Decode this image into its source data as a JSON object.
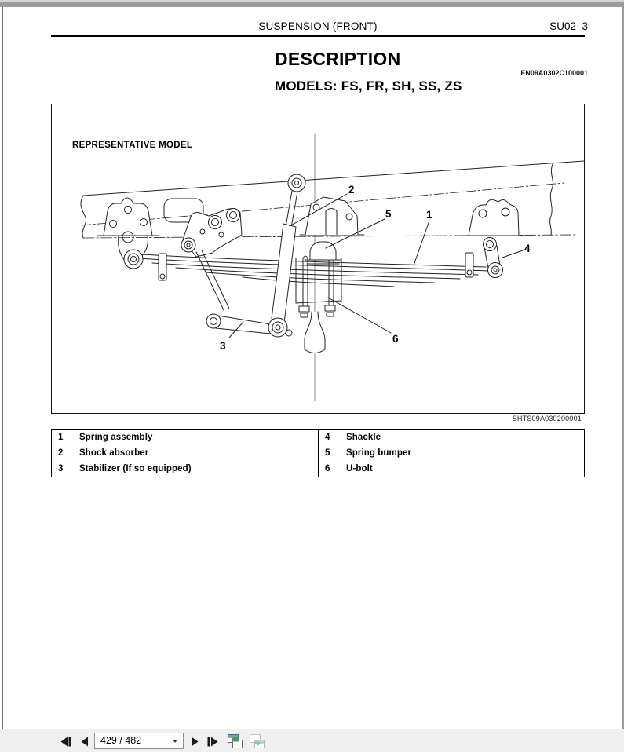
{
  "header": {
    "title": "SUSPENSION (FRONT)",
    "page_code": "SU02–3"
  },
  "content": {
    "heading": "DESCRIPTION",
    "doc_code": "EN09A0302C100001",
    "models": "MODELS: FS, FR, SH, SS, ZS",
    "figure": {
      "caption": "REPRESENTATIVE MODEL",
      "code": "SHTS09A030200001",
      "callouts": [
        "1",
        "2",
        "3",
        "4",
        "5",
        "6"
      ]
    },
    "legend": {
      "left": [
        {
          "num": "1",
          "label": "Spring assembly"
        },
        {
          "num": "2",
          "label": "Shock absorber"
        },
        {
          "num": "3",
          "label": "Stabilizer (If so equipped)"
        }
      ],
      "right": [
        {
          "num": "4",
          "label": "Shackle"
        },
        {
          "num": "5",
          "label": "Spring bumper"
        },
        {
          "num": "6",
          "label": "U-bolt"
        }
      ]
    }
  },
  "toolbar": {
    "page_indicator": "429 / 482",
    "colors": {
      "icon_black": "#1a1a1a",
      "view_icon_blue": "#7b99b8",
      "view_icon_green": "#3f9e68",
      "disabled_gray": "#bdbdbd"
    }
  }
}
